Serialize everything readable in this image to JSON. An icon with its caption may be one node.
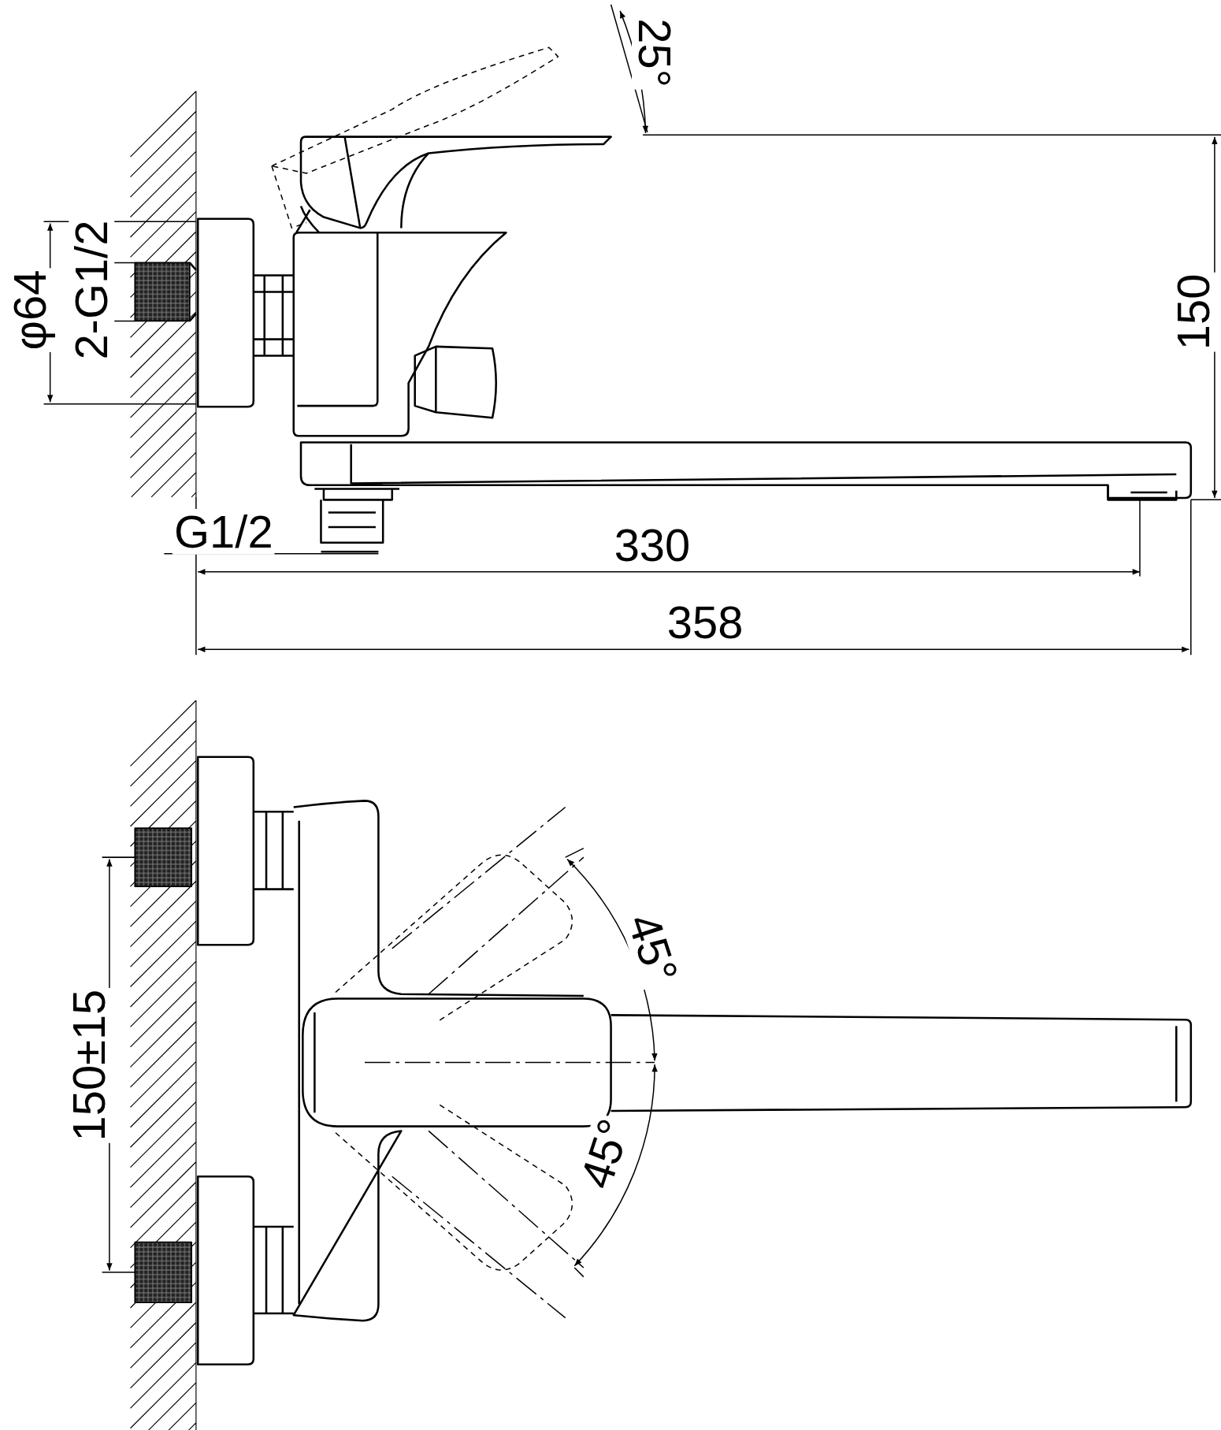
{
  "diagram": {
    "labels": [
      "25°",
      "φ64",
      "2-G1/2",
      "150",
      "G1/2",
      "330",
      "358",
      "150±15",
      "45°",
      "45°"
    ]
  }
}
